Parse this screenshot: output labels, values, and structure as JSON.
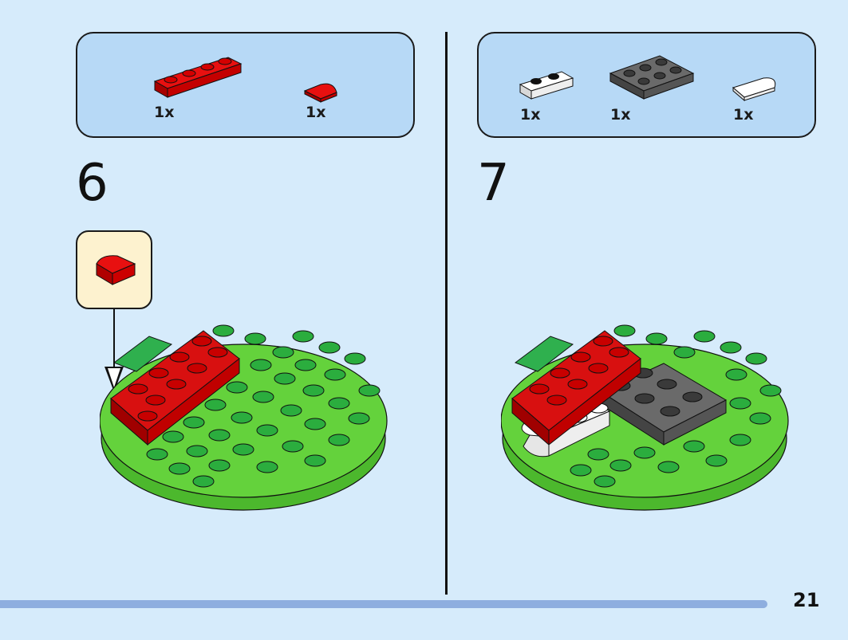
{
  "steps": [
    {
      "number": "6",
      "parts": [
        {
          "qty": "1x",
          "icon": "red-plate-1x4-icon",
          "color": "#d40000"
        },
        {
          "qty": "1x",
          "icon": "red-quarter-round-tile-icon",
          "color": "#d40000"
        }
      ],
      "callout_icon": "red-quarter-round-tile-icon"
    },
    {
      "number": "7",
      "parts": [
        {
          "qty": "1x",
          "icon": "white-plate-1x2-icon",
          "color": "#ffffff"
        },
        {
          "qty": "1x",
          "icon": "dark-gray-plate-2x3-icon",
          "color": "#555555"
        },
        {
          "qty": "1x",
          "icon": "white-half-round-tile-icon",
          "color": "#ffffff"
        }
      ]
    }
  ],
  "colors": {
    "background": "#d6ebfb",
    "parts_box": "#b7d9f6",
    "callout": "#fdf2cf",
    "base_green": "#5fce3c",
    "stud_green": "#2bad3e",
    "red": "#d40000",
    "dark_gray": "#555555"
  },
  "page_number": "21"
}
